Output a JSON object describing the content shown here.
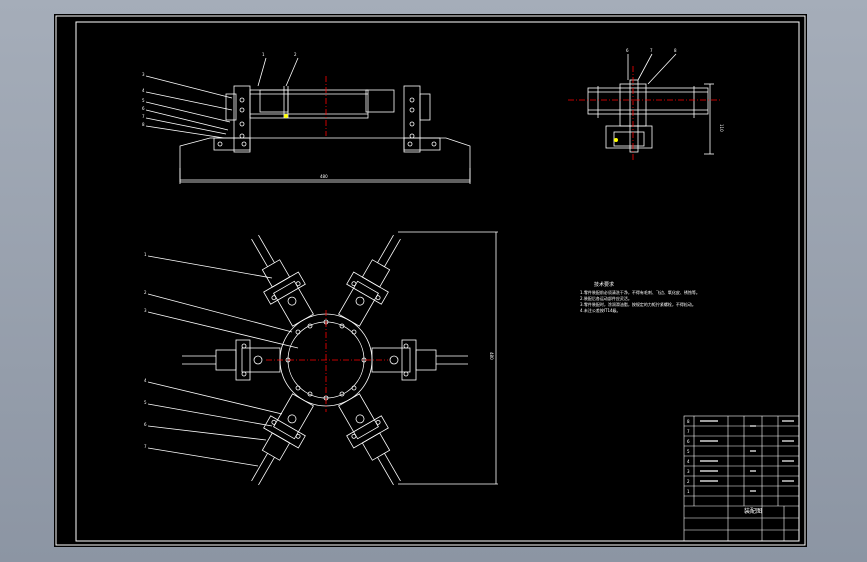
{
  "sheet": {
    "background": "#000000",
    "frame_color": "#ffffff",
    "centerline_color": "#ff0000",
    "highlight_color": "#ffff00"
  },
  "top_view": {
    "callouts": [
      "1",
      "2",
      "3",
      "4",
      "5",
      "6",
      "7",
      "8"
    ],
    "width_dimension": "480"
  },
  "side_view": {
    "callouts": [
      "6",
      "7",
      "8"
    ],
    "height_dimension": "110"
  },
  "plan_view": {
    "callouts": [
      "1",
      "2",
      "3",
      "4",
      "5",
      "6",
      "7"
    ],
    "height_dimension": "480",
    "arm_count": 6
  },
  "tech_notes": {
    "title": "技术要求",
    "lines": [
      "1.零件装配前必须清洗干净，不得有毛刺、飞边、氧化皮、锈蚀等。",
      "2.装配后各运动部件应灵活。",
      "3.零件装配时，涂润滑油脂，按规定的力矩拧紧螺栓，不得松动。",
      "4.未注公差按IT14级。"
    ]
  },
  "title_block": {
    "drawing_name": "装配图",
    "rows": [
      "8",
      "7",
      "6",
      "5",
      "4",
      "3",
      "2",
      "1"
    ]
  }
}
